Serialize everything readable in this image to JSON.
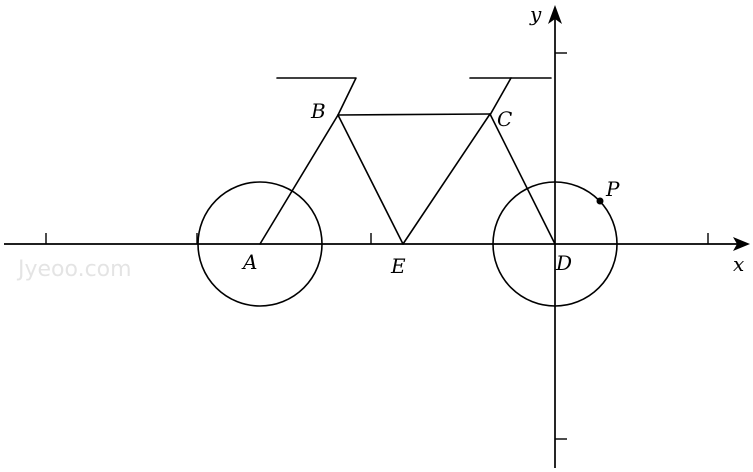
{
  "labels": {
    "A": "A",
    "B": "B",
    "C": "C",
    "D": "D",
    "E": "E",
    "P": "P",
    "x": "x",
    "y": "y"
  },
  "watermark": "Jyeoo.com",
  "colors": {
    "ink": "#000000",
    "watermark": "#cfcfcf"
  }
}
